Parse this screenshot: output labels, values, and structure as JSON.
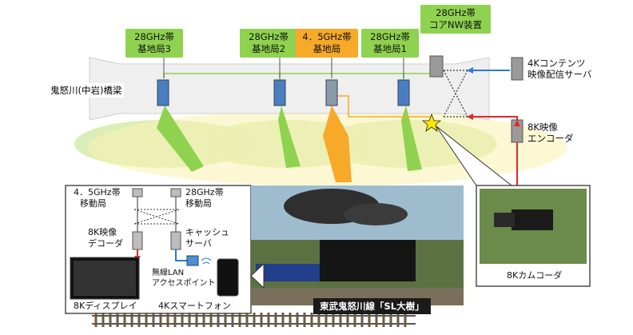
{
  "colors": {
    "green": "#8fd24f",
    "orange": "#f7a92a",
    "blue_link": "#2b7bd6",
    "red_link": "#e3262b",
    "coverage_yellow": "#fbf3b0",
    "coverage_green": "#d7ebb0"
  },
  "callouts": {
    "bs3": [
      "28GHz帯",
      "基地局3"
    ],
    "bs2": [
      "28GHz帯",
      "基地局2"
    ],
    "bs45": [
      "4．5GHz帯",
      "基地局"
    ],
    "bs1": [
      "28GHz帯",
      "基地局1"
    ],
    "core": [
      "28GHz帯",
      "コアNW装置"
    ]
  },
  "bridge_label": "鬼怒川(中岩)橋梁",
  "right_labels": {
    "server_4k": [
      "4Kコンテンツ",
      "映像配信サーバ"
    ],
    "encoder_8k": [
      "8K映像",
      "エンコーダ"
    ]
  },
  "inset": {
    "mobile_45": [
      "4．5GHz帯",
      "移動局"
    ],
    "mobile_28": [
      "28GHz帯",
      "移動局"
    ],
    "decoder_8k": [
      "8K映像",
      "デコーダ"
    ],
    "cache_server": [
      "キャッシュ",
      "サーバ"
    ],
    "wlan_ap": [
      "無線LAN",
      "アクセスポイント"
    ],
    "display_8k": "8Kディスプレイ",
    "smartphone_4k": "4Kスマートフォン"
  },
  "photo_caption": "東武鬼怒川線「SL大樹」",
  "camcorder_label": "8Kカムコーダ"
}
